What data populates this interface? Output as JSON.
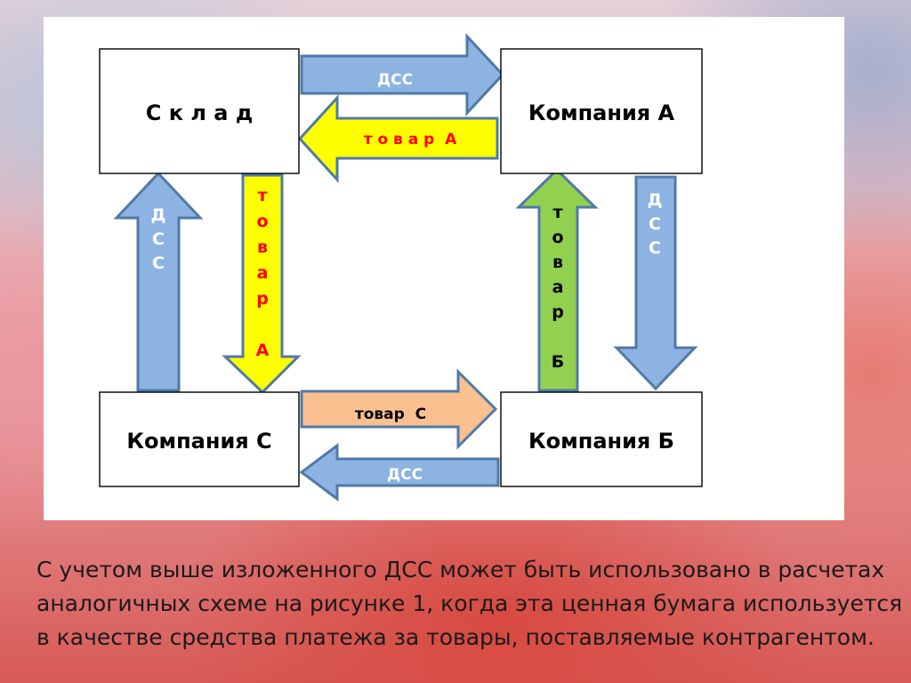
{
  "diagram": {
    "nodes": {
      "sklad": "С к л а д",
      "company_a": "Компания А",
      "company_c": "Компания С",
      "company_b": "Компания Б"
    },
    "arrows": {
      "sklad_to_a": "ДСС",
      "a_to_sklad": "т о в а р  А",
      "sklad_to_c": [
        "т",
        "о",
        "в",
        "а",
        "р",
        "",
        "А"
      ],
      "c_to_sklad": [
        "Д",
        "С",
        "С"
      ],
      "a_to_b": [
        "Д",
        "С",
        "С"
      ],
      "b_to_a": [
        "т",
        "о",
        "в",
        "а",
        "р",
        "",
        "Б"
      ],
      "c_to_b": "товар  С",
      "b_to_c": "ДСС"
    },
    "colors": {
      "blue_fill": "#8db3e2",
      "blue_stroke": "#4f7aa8",
      "yellow_fill": "#ffff00",
      "green_fill": "#92d050",
      "orange_fill": "#fac090",
      "red_text": "#ff0000"
    }
  },
  "caption": "С учетом выше изложенного ДСС может быть использовано в расчетах аналогичных схеме на рисунке 1, когда эта ценная бумага используется в качестве средства платежа за товары, поставляемые контрагентом."
}
